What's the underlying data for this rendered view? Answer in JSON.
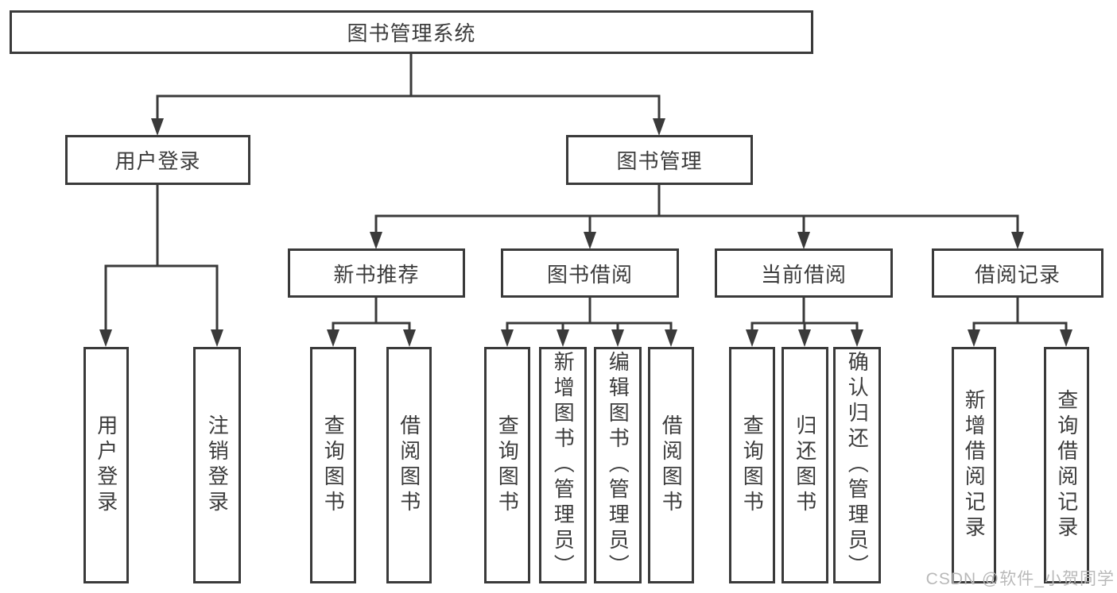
{
  "diagram_type": "hierarchy-tree",
  "colors": {
    "background": "#ffffff",
    "line": "#3a3a3a",
    "node_border": "#3a3a3a",
    "node_text": "#3c3c3c",
    "watermark_text": "#b9b9b9"
  },
  "hierarchy": {
    "label": "图书管理系统",
    "children": [
      {
        "label": "用户登录",
        "children": [
          {
            "label": "用户登录"
          },
          {
            "label": "注销登录"
          }
        ]
      },
      {
        "label": "图书管理",
        "children": [
          {
            "label": "新书推荐",
            "children": [
              {
                "label": "查询图书"
              },
              {
                "label": "借阅图书"
              }
            ]
          },
          {
            "label": "图书借阅",
            "children": [
              {
                "label": "查询图书"
              },
              {
                "label": "新增图书（管理员）"
              },
              {
                "label": "编辑图书（管理员）"
              },
              {
                "label": "借阅图书"
              }
            ]
          },
          {
            "label": "当前借阅",
            "children": [
              {
                "label": "查询图书"
              },
              {
                "label": "归还图书"
              },
              {
                "label": "确认归还（管理员）"
              }
            ]
          },
          {
            "label": "借阅记录",
            "children": [
              {
                "label": "新增借阅记录"
              },
              {
                "label": "查询借阅记录"
              }
            ]
          }
        ]
      }
    ]
  },
  "watermark": "CSDN @软件_小贺同学"
}
